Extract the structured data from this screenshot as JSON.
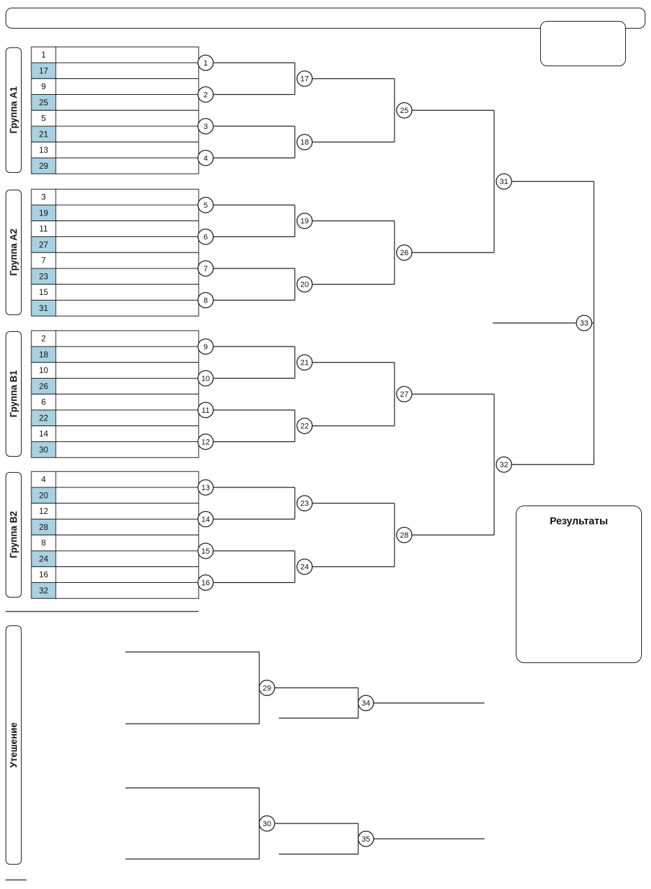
{
  "header": {
    "title_field_text": "",
    "corner_field_text": ""
  },
  "colors": {
    "line": "#1f1f1f",
    "highlight": "#a9d1e1",
    "cell_fill": "#ffffff"
  },
  "groups": [
    {
      "label": "Группа А1",
      "seeds": [
        "1",
        "17",
        "9",
        "25",
        "5",
        "21",
        "13",
        "29"
      ]
    },
    {
      "label": "Группа А2",
      "seeds": [
        "3",
        "19",
        "11",
        "27",
        "7",
        "23",
        "15",
        "31"
      ]
    },
    {
      "label": "Группа В1",
      "seeds": [
        "2",
        "18",
        "10",
        "26",
        "6",
        "22",
        "14",
        "30"
      ]
    },
    {
      "label": "Группа В2",
      "seeds": [
        "4",
        "20",
        "12",
        "28",
        "8",
        "24",
        "16",
        "32"
      ]
    }
  ],
  "highlighted_row_indexes": [
    1,
    3,
    5,
    7
  ],
  "player_slot_text": "",
  "bracket": {
    "round1_matches": [
      "1",
      "2",
      "3",
      "4",
      "5",
      "6",
      "7",
      "8",
      "9",
      "10",
      "11",
      "12",
      "13",
      "14",
      "15",
      "16"
    ],
    "round2_matches": [
      "17",
      "18",
      "19",
      "20",
      "21",
      "22",
      "23",
      "24"
    ],
    "round3_matches": [
      "25",
      "26",
      "27",
      "28"
    ],
    "semifinal_matches": [
      "31",
      "32"
    ],
    "final_match": "33"
  },
  "consolation": {
    "label": "Утешение",
    "semifinal_matches": [
      "29",
      "30"
    ],
    "final_matches": [
      "34",
      "35"
    ]
  },
  "results": {
    "title": "Результаты"
  }
}
